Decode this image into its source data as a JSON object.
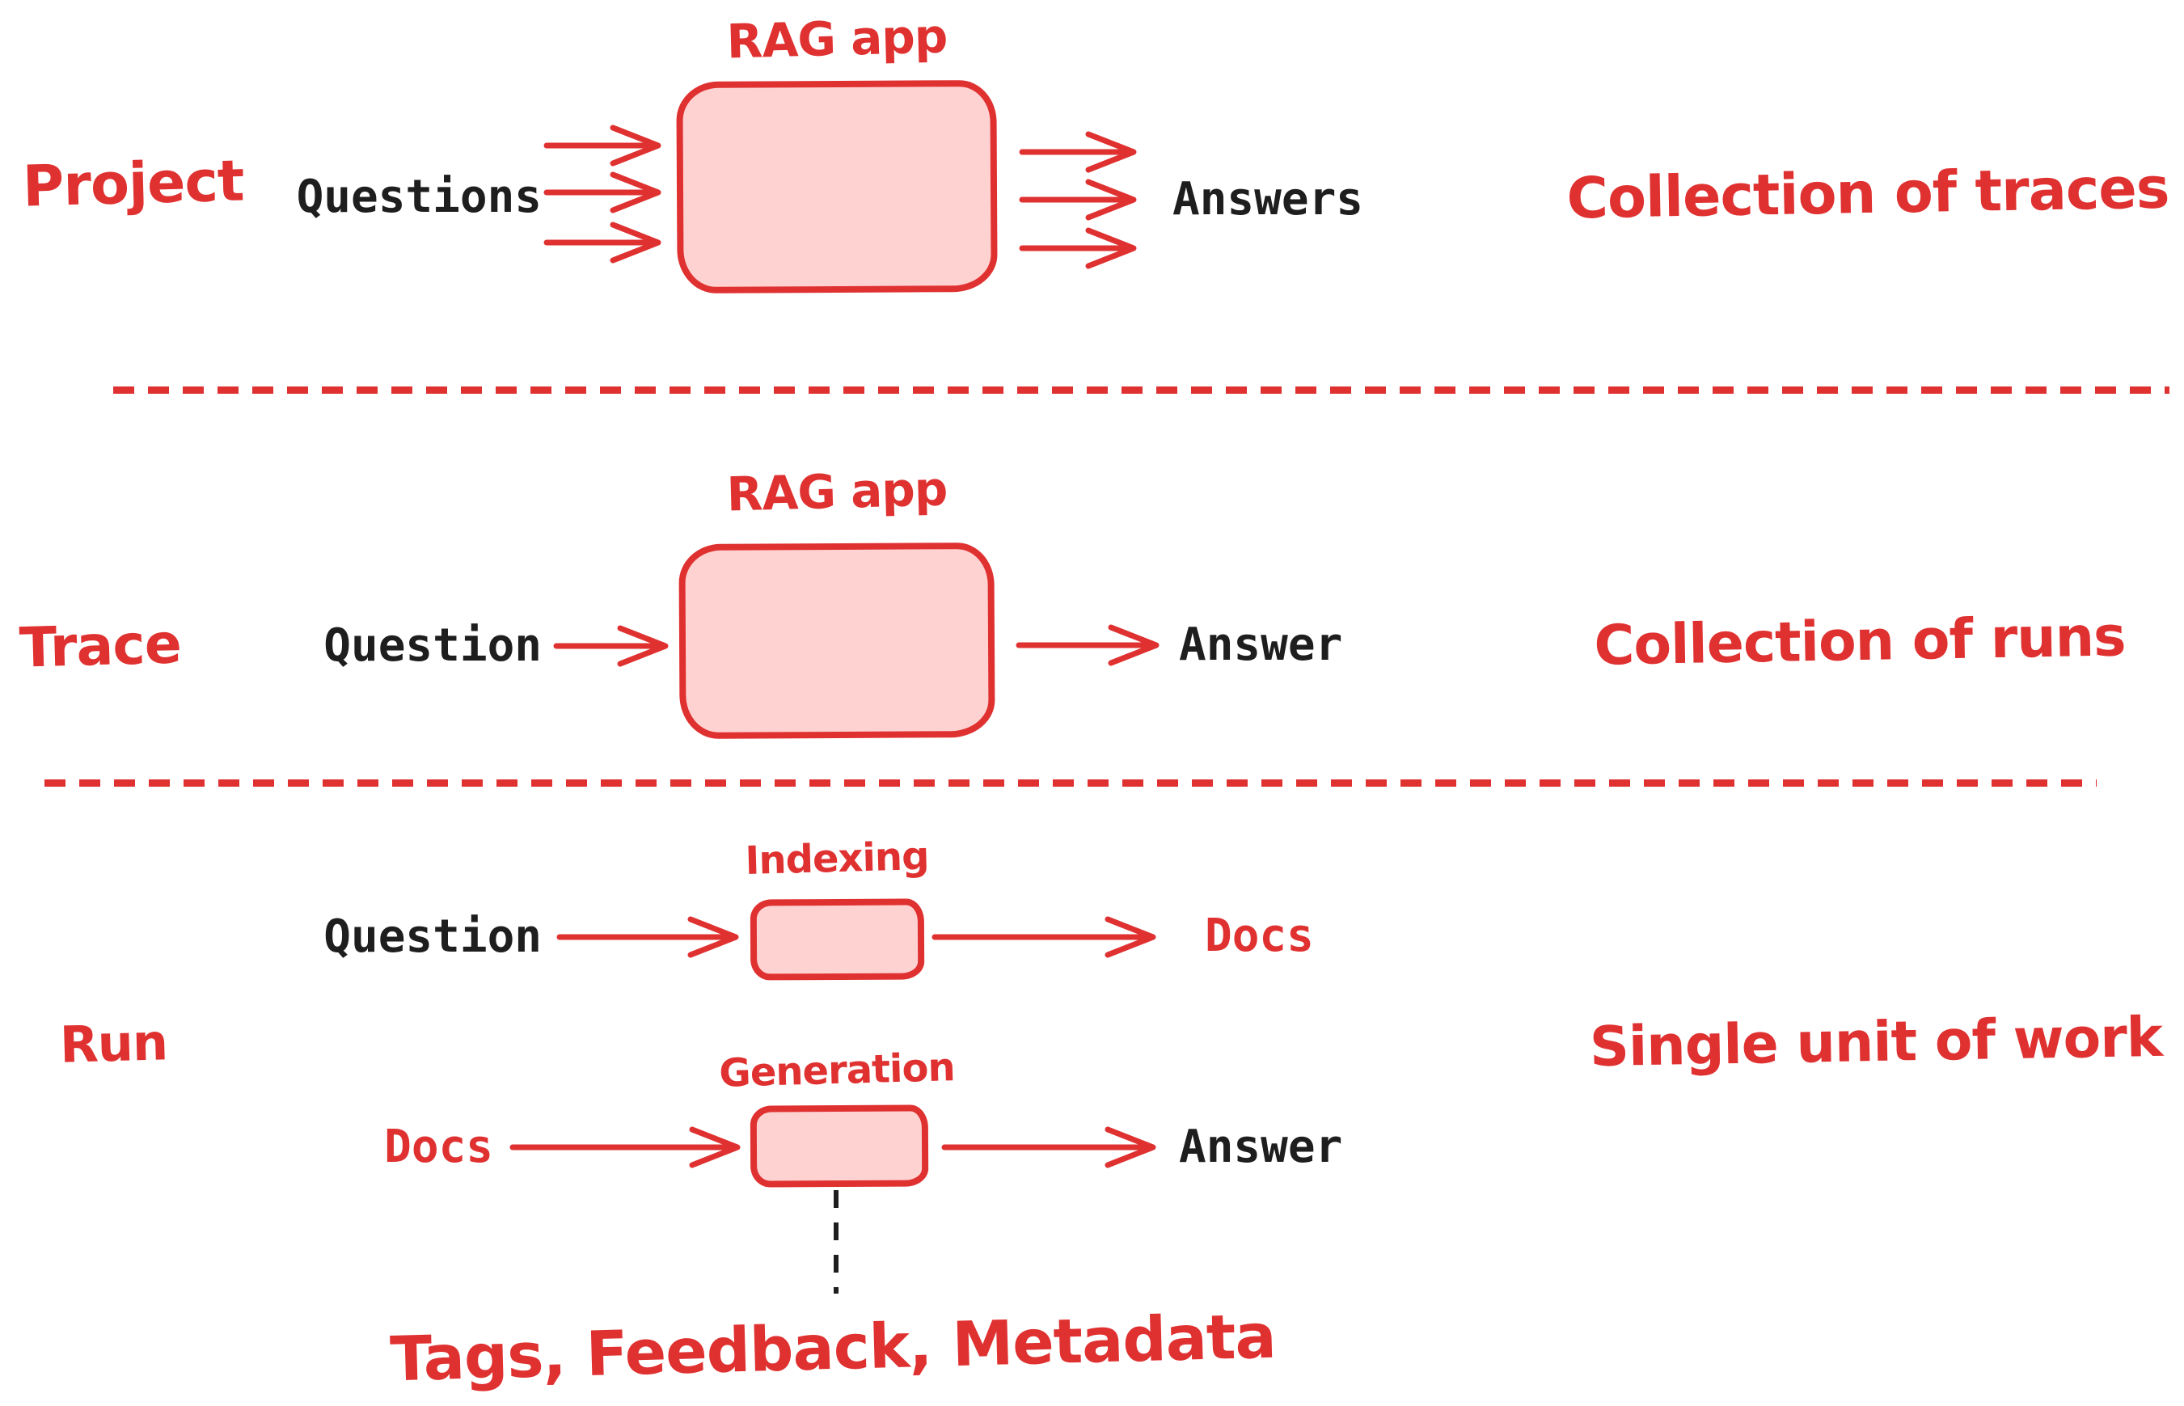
{
  "colors": {
    "accent_red": "#e03131",
    "box_fill_pink": "#ffd2d2",
    "ink_black": "#1e1e1e",
    "background": "#ffffff"
  },
  "rows": {
    "project": {
      "side_label": "Project",
      "input_label": "Questions",
      "box_label": "RAG app",
      "output_label": "Answers",
      "annotation": "Collection of traces"
    },
    "trace": {
      "side_label": "Trace",
      "input_label": "Question",
      "box_label": "RAG app",
      "output_label": "Answer",
      "annotation": "Collection of runs"
    },
    "run": {
      "side_label": "Run",
      "annotation": "Single unit of work",
      "indexing_step": {
        "input_label": "Question",
        "box_label": "Indexing",
        "output_label": "Docs"
      },
      "generation_step": {
        "input_label": "Docs",
        "box_label": "Generation",
        "output_label": "Answer"
      },
      "footnote": "Tags, Feedback, Metadata"
    }
  }
}
